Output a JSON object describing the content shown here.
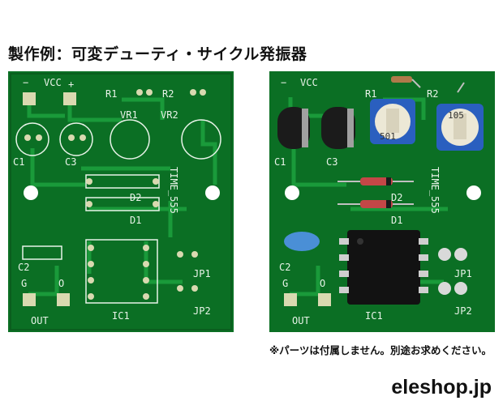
{
  "title": "製作例：可変デューティ・サイクル発振器",
  "note": "※パーツは付属しません。別途お求めください。",
  "site": "eleshop.jp",
  "pcb": {
    "board_color": "#0f7a2a",
    "silk_color": "#e8f3e8",
    "labels": {
      "minus": "−",
      "vcc": "VCC",
      "plus": "+",
      "r1": "R1",
      "r2": "R2",
      "vr1": "VR1",
      "vr2": "VR2",
      "c1": "C1",
      "c3": "C3",
      "d1": "D1",
      "d2": "D2",
      "time": "TIME_555",
      "c2": "C2",
      "g": "G",
      "o": "O",
      "out": "OUT",
      "jp1": "JP1",
      "jp2": "JP2",
      "ic1": "IC1",
      "trim_top": "105",
      "trim_bottom": "501"
    }
  }
}
